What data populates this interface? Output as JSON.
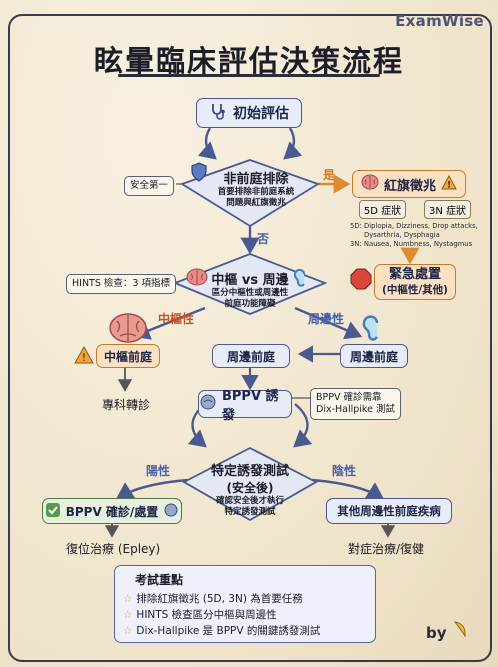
{
  "brand": "ExamWise",
  "title": "眩暈臨床評估決策流程",
  "nodes": {
    "start": "初始評估",
    "exclude": {
      "title": "非前庭排除",
      "sub1": "首要排除非前庭系統",
      "sub2": "問題與紅旗徵兆"
    },
    "safety_note": "安全第一",
    "yes_label": "是",
    "no_label": "否",
    "red_flags": {
      "title": "紅旗徵兆",
      "col5d": "5D 症狀",
      "col3n": "3N 症狀",
      "line1": "5D: Diplopia, Dizziness, Drop attacks,",
      "line2": "Dysarthria, Dysphagia",
      "line3": "3N: Nausea, Numbness, Nystagmus"
    },
    "emergency": {
      "line1": "緊急處置",
      "line2": "(中樞性/其他)"
    },
    "hints_note": "HINTS 檢查：3 項指標",
    "central_vs_peripheral": {
      "title": "中樞 vs 周邊",
      "sub1": "區分中樞性或周邊性",
      "sub2": "前庭功能障礙"
    },
    "central_label": "中樞性",
    "peripheral_label": "周邊性",
    "central_vestibular": "中樞前庭",
    "referral": "專科轉診",
    "peripheral_vestibular_mid": "周邊前庭",
    "peripheral_vestibular_right": "周邊前庭",
    "bppv_induce": "BPPV 誘發",
    "bppv_note": {
      "line1": "BPPV 確診需靠",
      "line2": "Dix-Hallpike 測試"
    },
    "specific_test": {
      "title1": "特定誘發測試",
      "title2": "(安全後)",
      "sub1": "確認安全後才執行",
      "sub2": "特定誘發測試"
    },
    "positive_label": "陽性",
    "negative_label": "陰性",
    "bppv_confirm": "BPPV 確診/處置",
    "other_peripheral": "其他周邊性前庭疾病",
    "epley": "復位治療 (Epley)",
    "symptomatic": "對症治療/復健"
  },
  "summary": {
    "title": "考試重點",
    "items": [
      "排除紅旗徵兆 (5D, 3N) 為首要任務",
      "HINTS 檢查區分中樞與周邊性",
      "Dix-Hallpike 是 BPPV 的關鍵誘發測試"
    ]
  },
  "signature": "by",
  "colors": {
    "accent_blue": "#4a5a90",
    "accent_orange": "#d77a22",
    "alert_red": "#c4512a",
    "confirm_green": "#4f7b4b"
  },
  "icons": [
    "stethoscope-icon",
    "shield-icon",
    "brain-icon",
    "warning-icon",
    "stop-sign-icon",
    "ear-icon",
    "head-profile-icon",
    "check-icon",
    "banana-icon"
  ]
}
